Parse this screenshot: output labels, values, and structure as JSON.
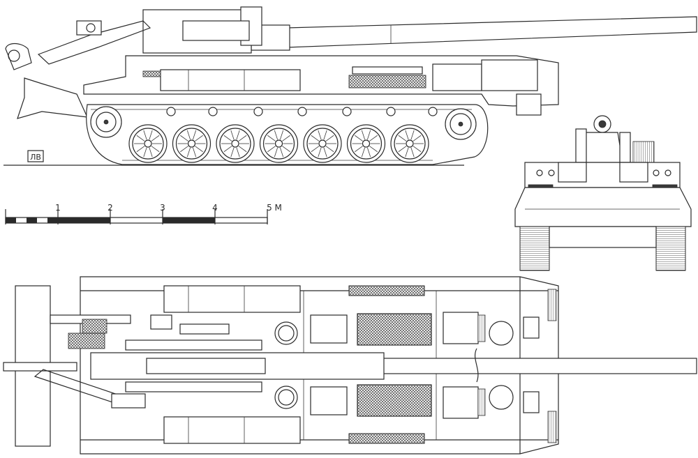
{
  "colors": {
    "ink": "#2a2a2a",
    "paper": "#ffffff",
    "hatch": "#4a4a4a"
  },
  "monogram": "ЛВ",
  "scale_bar": {
    "labels": [
      "1",
      "2",
      "3",
      "4",
      "5 M"
    ],
    "segments": 5
  },
  "views": [
    "side-view",
    "front-view",
    "top-view"
  ]
}
